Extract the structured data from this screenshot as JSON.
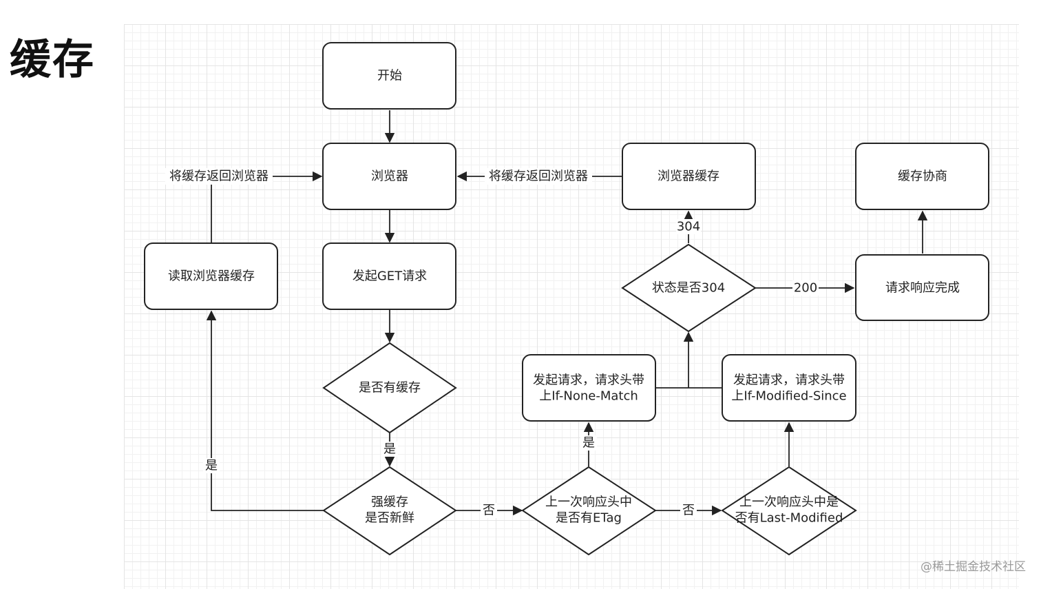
{
  "slide_title": "缓存",
  "watermark": "@稀土掘金技术社区",
  "nodes": {
    "start": "开始",
    "browser": "浏览器",
    "send_get": "发起GET请求",
    "has_cache": "是否有缓存",
    "strong_cache_fresh": [
      "强缓存",
      "是否新鲜"
    ],
    "read_cache": "读取浏览器缓存",
    "has_etag": [
      "上一次响应头中",
      "是否有ETag"
    ],
    "has_last_modified": [
      "上一次响应头中是",
      "否有Last-Modified"
    ],
    "req_if_none_match": [
      "发起请求，请求头带",
      "上If-None-Match"
    ],
    "req_if_modified_since": [
      "发起请求，请求头带",
      "上If-Modified-Since"
    ],
    "status_304": "状态是否304",
    "browser_cache": "浏览器缓存",
    "response_done": "请求响应完成",
    "negotiate_cache": "缓存协商"
  },
  "edge_labels": {
    "return_to_browser_left": "将缓存返回浏览器",
    "return_to_browser_right": "将缓存返回浏览器",
    "yes_has_cache": "是",
    "yes_fresh": "是",
    "no_fresh": "否",
    "yes_etag": "是",
    "no_etag": "否",
    "code_304": "304",
    "code_200": "200"
  }
}
